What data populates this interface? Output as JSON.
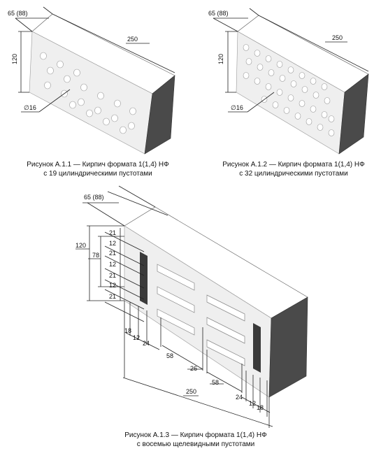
{
  "fig1": {
    "caption_line1": "Рисунок А.1.1 — Кирпич формата 1(1,4) НФ",
    "caption_line2": "с 19 цилиндрическими пустотами",
    "dim_width": "65 (88)",
    "dim_length": "250",
    "dim_height": "120",
    "dim_diameter": "∅16"
  },
  "fig2": {
    "caption_line1": "Рисунок А.1.2 — Кирпич формата 1(1,4) НФ",
    "caption_line2": "с 32 цилиндрическими пустотами",
    "dim_width": "65 (88)",
    "dim_length": "250",
    "dim_height": "120",
    "dim_diameter": "∅16"
  },
  "fig3": {
    "caption_line1": "Рисунок А.1.3 — Кирпич формата 1(1,4) НФ",
    "caption_line2": "с восемью щелевидными пустотами",
    "dim_width": "65 (88)",
    "dim_height": "120",
    "dim_inner": "78",
    "dim_length": "250",
    "vertical_dims": [
      "21",
      "12",
      "21",
      "12",
      "21",
      "12",
      "21"
    ],
    "bottom_left_dims": [
      "18",
      "12",
      "24"
    ],
    "dim_58_a": "58",
    "dim_26": "26",
    "dim_58_b": "58",
    "bottom_right_dims": [
      "24",
      "12",
      "18"
    ]
  },
  "colors": {
    "side_face": "#4a4a4a",
    "front_face": "#efefef",
    "line": "#222222"
  }
}
